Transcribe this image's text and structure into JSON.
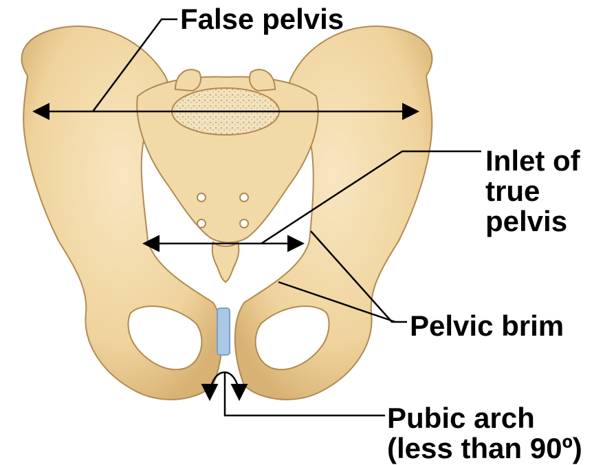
{
  "labels": {
    "false_pelvis": "False pelvis",
    "inlet_line1": "Inlet of",
    "inlet_line2": "true",
    "inlet_line3": "pelvis",
    "pelvic_brim": "Pelvic brim",
    "pubic_arch_line1": "Pubic arch",
    "pubic_arch_line2": "(less than 90º)"
  },
  "colors": {
    "bone": "#f3d9a6",
    "bone_shadow": "#d9b57a",
    "bone_outline": "#b08a52",
    "cartilage": "#a9c9e6",
    "lines": "#000000"
  }
}
